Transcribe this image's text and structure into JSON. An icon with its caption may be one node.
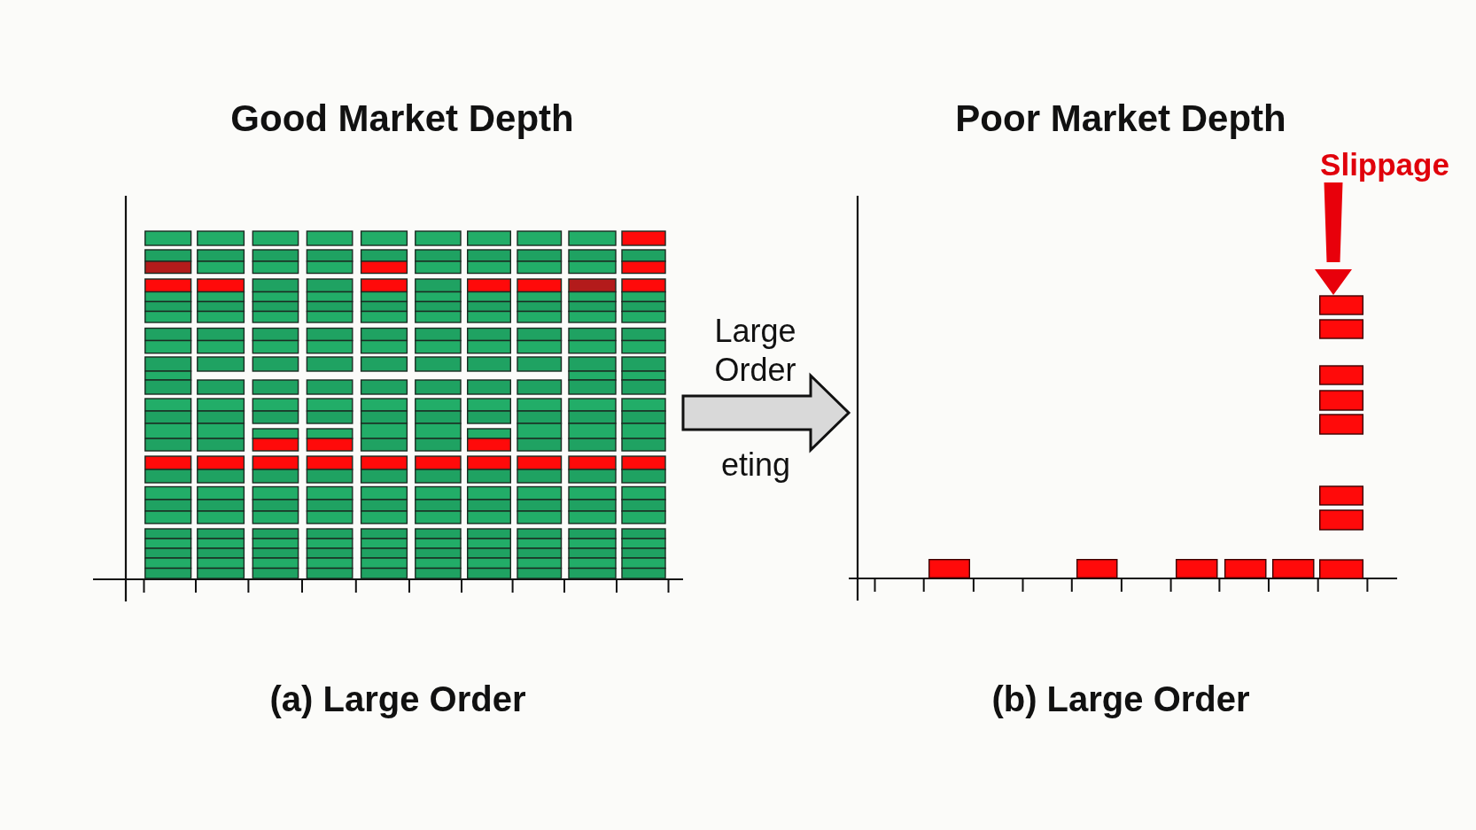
{
  "diagram": {
    "nodes": [
      {
        "text": [
          "Good Market Depth"
        ],
        "beside": [
          "(a) Large Order"
        ]
      },
      {
        "text": [
          "Poor Market Depth"
        ],
        "beside": [
          "(b) Large Order"
        ]
      },
      {
        "text": [
          "Slippage"
        ],
        "in": 1
      },
      {
        "text": [],
        "shape": "bar",
        "in": 1
      },
      {
        "text": [],
        "shape": "bar",
        "in": 1
      },
      {
        "text": [],
        "shape": "bar",
        "in": 1
      },
      {
        "text": [],
        "shape": "bar",
        "in": 1
      },
      {
        "text": [],
        "shape": "bar",
        "in": 1
      },
      {
        "text": [],
        "shape": "bar",
        "in": 1
      }
    ],
    "edges": [
      {
        "from": 0,
        "to": 1,
        "arrow": "to",
        "label": "Large Order"
      },
      {
        "from": 2,
        "to": 8,
        "arrow": "to",
        "color": "#e8000b"
      }
    ],
    "labels": [
      "eting"
    ]
  }
}
